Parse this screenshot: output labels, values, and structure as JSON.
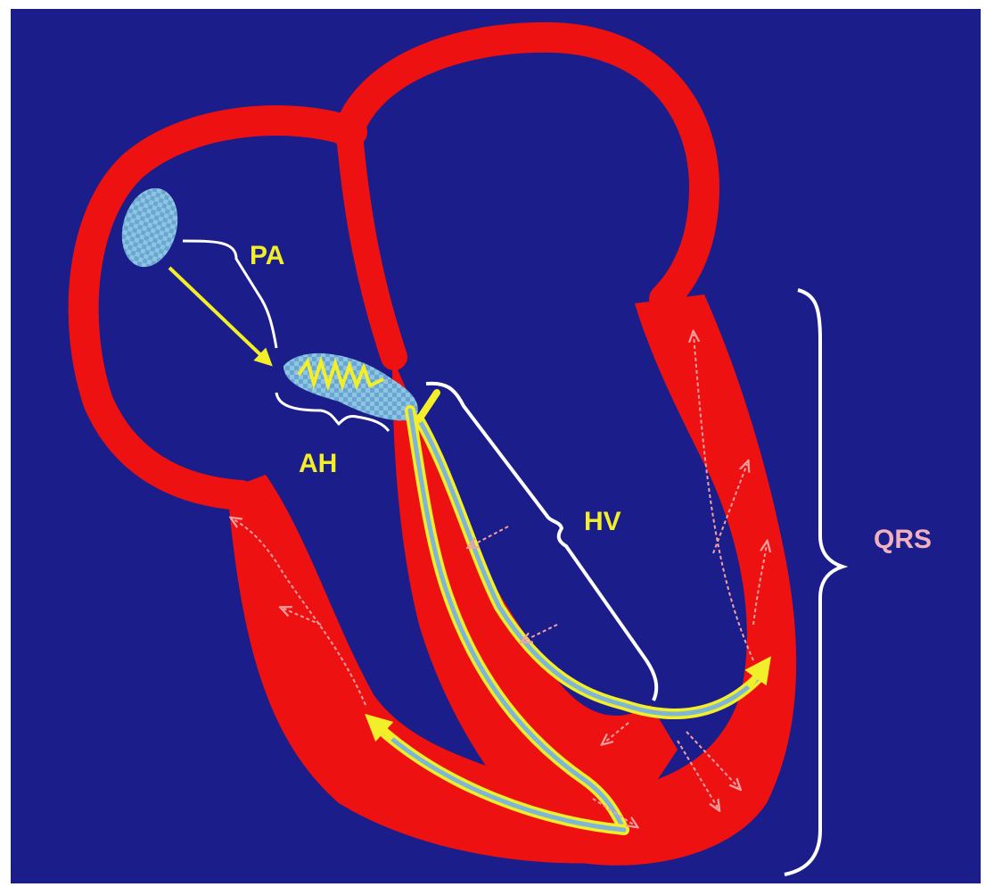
{
  "diagram": {
    "labels": {
      "pa": "PA",
      "ah": "AH",
      "hv": "HV",
      "qrs": "QRS"
    },
    "colors": {
      "background": "#1a1d8a",
      "myocardium": "#ee1111",
      "conduction_path": "#f2ee2a",
      "conduction_core": "#7fb6d6",
      "node": "#8ec5e4",
      "label_yellow": "#f2ee2a",
      "label_pink": "#f0b0c0",
      "bracket": "#ffffff",
      "spread_arrow": "#f7a0a0"
    }
  }
}
